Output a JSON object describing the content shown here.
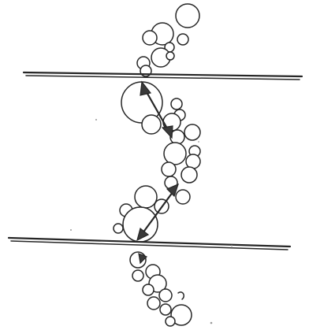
{
  "figure": {
    "kind": "hand-drawn sketch",
    "parts": [
      "upper-line",
      "lower-line",
      "chain-of-circles",
      "double-headed-arrow-upper",
      "double-headed-arrow-lower"
    ],
    "colors": {
      "ink": "#262626",
      "paper": "#ffffff"
    }
  }
}
